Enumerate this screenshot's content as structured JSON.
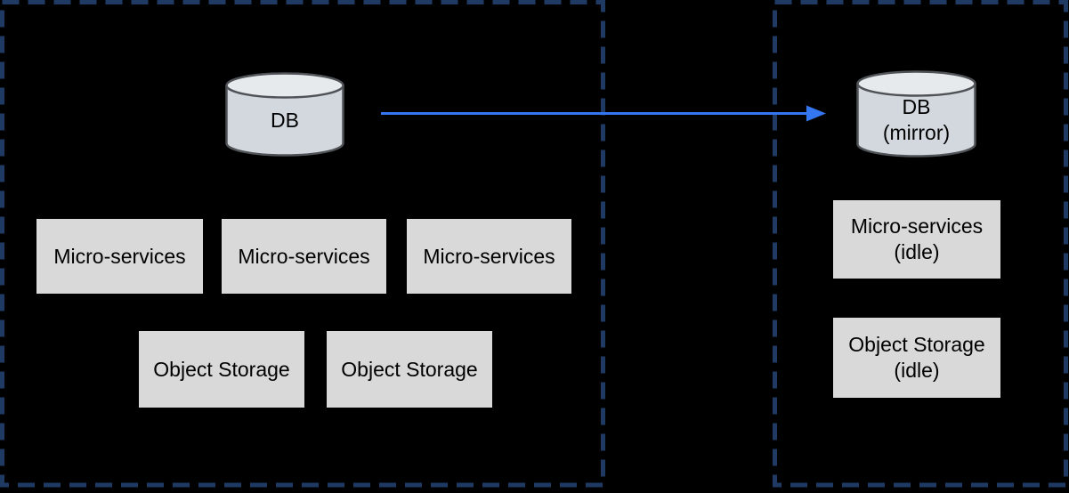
{
  "colors": {
    "background": "#000000",
    "zone_border": "#1f3a63",
    "box_fill": "#d9d9d9",
    "cylinder_body": "#d2d8de",
    "cylinder_top": "#e7eaed",
    "cylinder_outline": "#4f5357",
    "arrow": "#3577f0",
    "text": "#000000"
  },
  "nodes": {
    "db_primary": {
      "label": "DB"
    },
    "db_mirror": {
      "label": "DB\n(mirror)"
    },
    "microservices": [
      {
        "label": "Micro-services"
      },
      {
        "label": "Micro-services"
      },
      {
        "label": "Micro-services"
      }
    ],
    "object_storage": [
      {
        "label": "Object Storage"
      },
      {
        "label": "Object Storage"
      }
    ],
    "microservices_idle": {
      "label": "Micro-services\n(idle)"
    },
    "object_storage_idle": {
      "label": "Object Storage\n(idle)"
    }
  },
  "arrow": {
    "from": "db_primary",
    "to": "db_mirror"
  }
}
